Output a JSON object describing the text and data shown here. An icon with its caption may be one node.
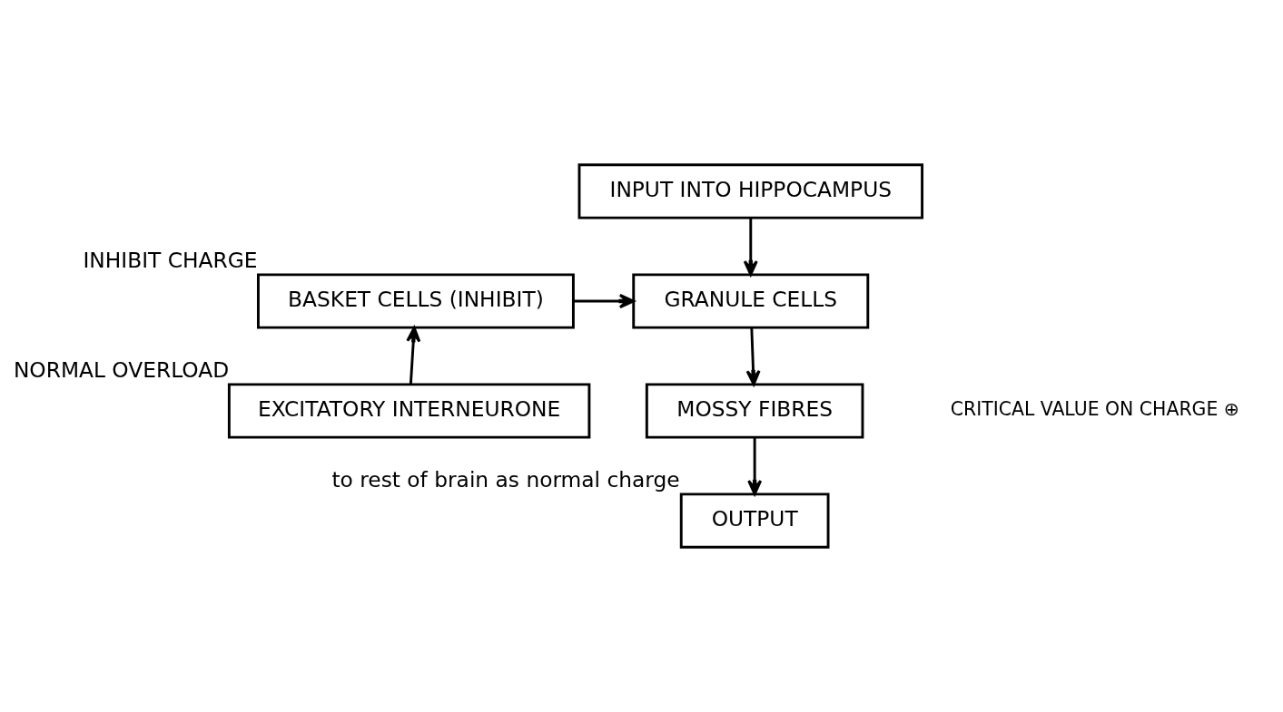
{
  "diagram": {
    "nodes": [
      {
        "text": [
          "INPUT INTO HIPPOCAMPUS"
        ]
      },
      {
        "text": [
          "BASKET CELLS (INHIBIT)"
        ],
        "beside": [
          "INHIBIT CHARGE"
        ]
      },
      {
        "text": [
          "GRANULE CELLS"
        ]
      },
      {
        "text": [
          "MOSSY FIBRES"
        ]
      },
      {
        "text": [
          "OUTPUT"
        ],
        "beside": [
          "to rest of brain as normal charge"
        ]
      },
      {
        "text": [
          "EXCITATORY INTERNEURONE"
        ],
        "beside": [
          "NORMAL OVERLOAD"
        ]
      }
    ],
    "edges": [
      {
        "from": 0,
        "to": 2,
        "arrow": "to"
      },
      {
        "from": 1,
        "to": 2,
        "arrow": "to"
      },
      {
        "from": 2,
        "to": 3,
        "arrow": "to"
      },
      {
        "from": 3,
        "to": 4,
        "arrow": "to"
      },
      {
        "from": 5,
        "to": 1,
        "arrow": "to"
      }
    ],
    "labels": [
      "CRITICAL VALUE ON CHARGE ⊕"
    ]
  }
}
